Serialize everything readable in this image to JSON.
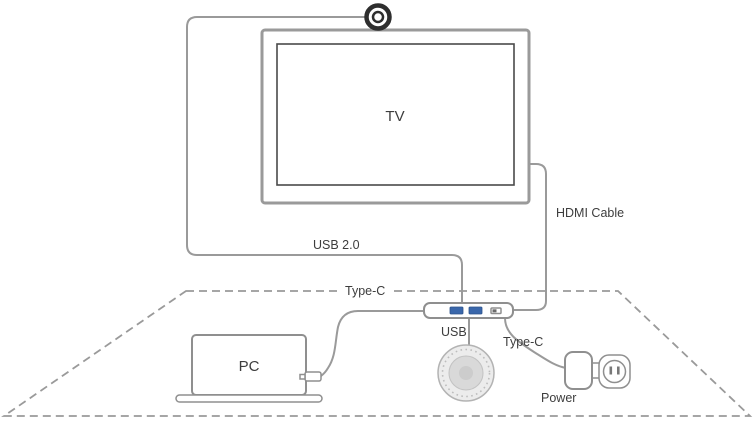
{
  "page": {
    "background": "#ffffff"
  },
  "diagram": {
    "labels": {
      "tv": "TV",
      "pc": "PC",
      "usb_cable": "USB 2.0",
      "hdmi_cable": "HDMI Cable",
      "type_c_hub": "Type-C",
      "type_c_power": "Type-C",
      "usb_port": "USB",
      "power": "Power"
    },
    "colors": {
      "line": "#9a9a9a",
      "device_outline": "#8f8f8f",
      "text": "#3d3d3d",
      "usb_port_blue": "#3a67ab",
      "speaker_gray": "#d9d9d9"
    }
  }
}
